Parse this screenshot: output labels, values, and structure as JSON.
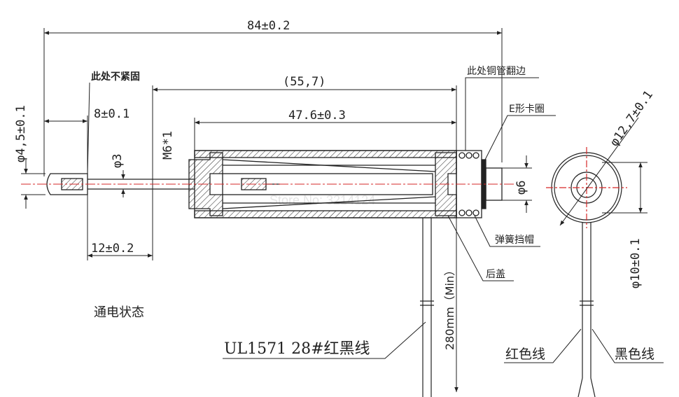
{
  "dimensions": {
    "overall_length": "84±0.2",
    "reference_length": "(55,7)",
    "body_length": "47.6±0.3",
    "left_segment": "8±0.1",
    "bottom_segment": "12±0.2",
    "left_diameter": "φ4,5±0.1",
    "shaft_diameter": "φ3",
    "thread": "M6*1",
    "right_diameter": "φ6",
    "outer_diameter": "φ12,7±0.1",
    "inner_diameter": "φ10±0.1",
    "wire_length": "280mm（Min）"
  },
  "callouts": {
    "not_tight": "此处不紧固",
    "copper_tube_flange": "此处铜管翻边",
    "e_ring": "E形卡圈",
    "spring_cap": "弹簧挡帽",
    "rear_cover": "后盖",
    "state": "通电状态",
    "wire_spec": "UL1571 28#红黑线",
    "red_wire": "红色线",
    "black_wire": "黑色线"
  },
  "watermark": "Store No: 3214124",
  "colors": {
    "line": "#222222",
    "centerline": "#d62828",
    "hatch": "#333333"
  }
}
